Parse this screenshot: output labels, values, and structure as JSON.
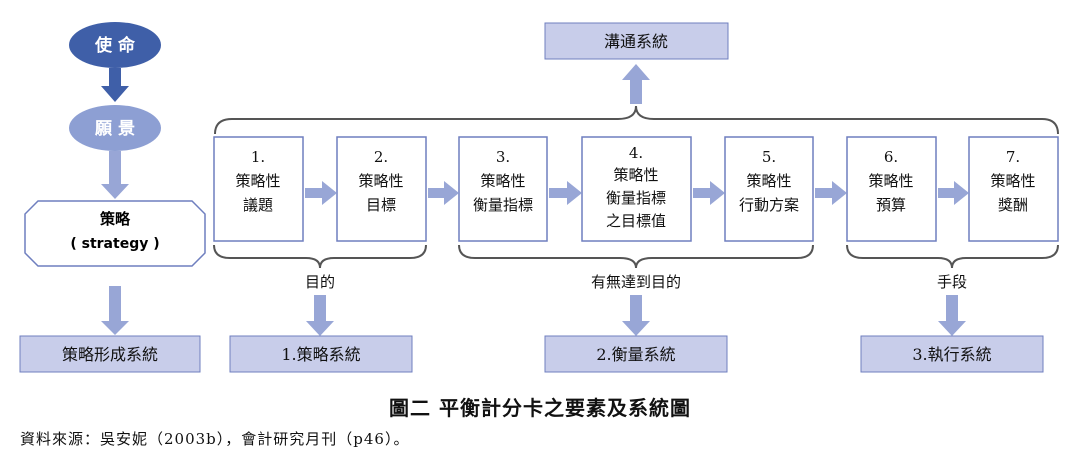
{
  "left": {
    "mission": "使 命",
    "vision": "願 景",
    "strategy_title": "策略",
    "strategy_sub": "( strategy )",
    "formation": "策略形成系統"
  },
  "communication": "溝通系統",
  "steps": [
    {
      "num": "1.",
      "lines": [
        "策略性",
        "議題"
      ]
    },
    {
      "num": "2.",
      "lines": [
        "策略性",
        "目標"
      ]
    },
    {
      "num": "3.",
      "lines": [
        "策略性",
        "衡量指標"
      ]
    },
    {
      "num": "4.",
      "lines": [
        "策略性",
        "衡量指標",
        "之目標值"
      ]
    },
    {
      "num": "5.",
      "lines": [
        "策略性",
        "行動方案"
      ]
    },
    {
      "num": "6.",
      "lines": [
        "策略性",
        "預算"
      ]
    },
    {
      "num": "7.",
      "lines": [
        "策略性",
        "獎酬"
      ]
    }
  ],
  "groups": {
    "purpose": "目的",
    "achieve": "有無達到目的",
    "means": "手段"
  },
  "systems": {
    "strategy_system": "1.策略系統",
    "measure_system": "2.衡量系統",
    "execution_system": "3.執行系統"
  },
  "caption": "圖二  平衡計分卡之要素及系統圖",
  "source": "資料來源：吳安妮（2003b），會計研究月刊（p46）。",
  "colors": {
    "mission_fill": "#3f5fa8",
    "vision_fill": "#8d9fd3",
    "box_fill": "#c8cdea",
    "border": "#6f7fbf",
    "arrow": "#98a6d6",
    "brace": "#555555"
  }
}
